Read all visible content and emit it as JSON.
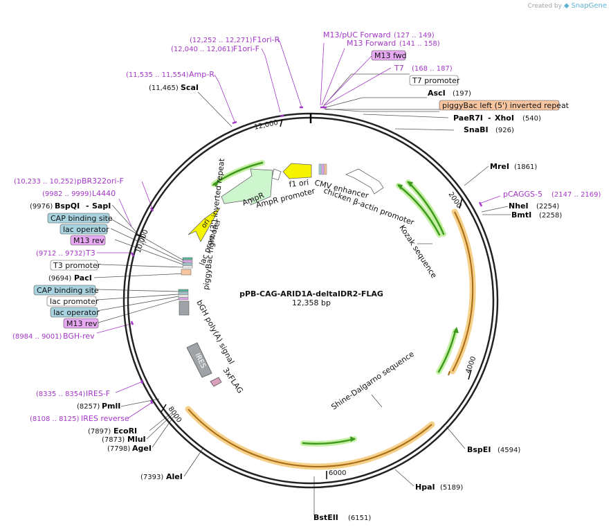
{
  "watermark": {
    "prefix": "Created by",
    "brand": "SnapGene"
  },
  "plasmid": {
    "name": "pPB-CAG-ARID1A-deltaIDR2-FLAG",
    "length_label": "12,358 bp",
    "length": 12358
  },
  "ticks": [
    "2000",
    "4000",
    "6000",
    "8000",
    "10,000",
    "12,000"
  ],
  "enzymes": [
    {
      "name": "ScaI",
      "pos": "(11,465)"
    },
    {
      "name": "AscI",
      "pos": "(197)"
    },
    {
      "name": "PaeR7I",
      "name2": "XhoI",
      "pos": "(540)"
    },
    {
      "name": "SnaBI",
      "pos": "(926)"
    },
    {
      "name": "MreI",
      "pos": "(1861)"
    },
    {
      "name": "NheI",
      "pos": "(2254)"
    },
    {
      "name": "BmtI",
      "pos": "(2258)"
    },
    {
      "name": "BspEI",
      "pos": "(4594)"
    },
    {
      "name": "HpaI",
      "pos": "(5189)"
    },
    {
      "name": "BstEII",
      "pos": "(6151)"
    },
    {
      "name": "AleI",
      "pos": "(7393)"
    },
    {
      "name": "AgeI",
      "pos": "(7798)"
    },
    {
      "name": "MluI",
      "pos": "(7873)"
    },
    {
      "name": "EcoRI",
      "pos": "(7897)"
    },
    {
      "name": "PmlI",
      "pos": "(8257)"
    },
    {
      "name": "PacI",
      "pos": "(9694)"
    },
    {
      "name": "BspQI",
      "name2": "SapI",
      "pos": "(9976)"
    }
  ],
  "primers": [
    {
      "name": "F1ori-R",
      "range": "(12,252 .. 12,271)"
    },
    {
      "name": "F1ori-F",
      "range": "(12,040 .. 12,061)"
    },
    {
      "name": "Amp-R",
      "range": "(11,535 .. 11,554)"
    },
    {
      "name": "M13/pUC Forward",
      "range": "(127 .. 149)"
    },
    {
      "name": "M13 Forward",
      "range": "(141 .. 158)"
    },
    {
      "name": "T7",
      "range": "(168 .. 187)"
    },
    {
      "name": "pCAGGS-5",
      "range": "(2147 .. 2169)"
    },
    {
      "name": "pBR322ori-F",
      "range": "(10,233 .. 10,252)"
    },
    {
      "name": "L4440",
      "range": "(9982 .. 9999)"
    },
    {
      "name": "T3",
      "range": "(9712 .. 9732)"
    },
    {
      "name": "BGH-rev",
      "range": "(8984 .. 9001)"
    },
    {
      "name": "IRES-F",
      "range": "(8335 .. 8354)"
    },
    {
      "name": "IRES reverse",
      "range": "(8108 .. 8125)"
    }
  ],
  "boxed_features": [
    {
      "label": "M13 fwd",
      "kind": "primer"
    },
    {
      "label": "T7 promoter",
      "kind": "promoter"
    },
    {
      "label": "piggyBac left (5') inverted repeat",
      "kind": "repeat"
    },
    {
      "label": "CAP binding site",
      "kind": "protein_bind"
    },
    {
      "label": "lac operator",
      "kind": "protein_bind"
    },
    {
      "label": "M13 rev",
      "kind": "primer"
    },
    {
      "label": "T3 promoter",
      "kind": "promoter"
    },
    {
      "label": "CAP binding site",
      "kind": "protein_bind"
    },
    {
      "label": "lac promoter",
      "kind": "promoter"
    },
    {
      "label": "lac operator",
      "kind": "protein_bind"
    },
    {
      "label": "M13 rev",
      "kind": "primer"
    }
  ],
  "inner_features": {
    "f1_ori": "f1 ori",
    "ampr": "AmpR",
    "ampr_promoter": "AmpR promoter",
    "ori": "ori",
    "cmv_enhancer": "CMV enhancer",
    "chicken_actin": "chicken β-actin promoter",
    "kozak": "Kozak sequence",
    "lac_promoter": "lac promoter",
    "piggybac_right": "piggyBac right (3') inverted repeat",
    "bgh_polya": "bGH poly(A) signal",
    "ires": "IRES",
    "flag": "3xFLAG",
    "shine_dalgarno": "Shine-Dalgarno sequence"
  },
  "colors": {
    "backbone": "#222222",
    "primer": "#a336c8",
    "orf_fill": "#f5d08a",
    "orf_stroke": "#a86a12",
    "green_fill": "#3d9a1f",
    "green_glow": "#c5f0a4",
    "ampr_fill": "#cdf6cf",
    "ori_fill": "#f5f300",
    "protein_bind": "#a8d3de",
    "promoter_box": "#ffffff",
    "primer_box": "#e6a9f2",
    "repeat_box": "#f7c59f",
    "ires_fill": "#9fa3a8",
    "flag_fill": "#d9a0bc"
  }
}
